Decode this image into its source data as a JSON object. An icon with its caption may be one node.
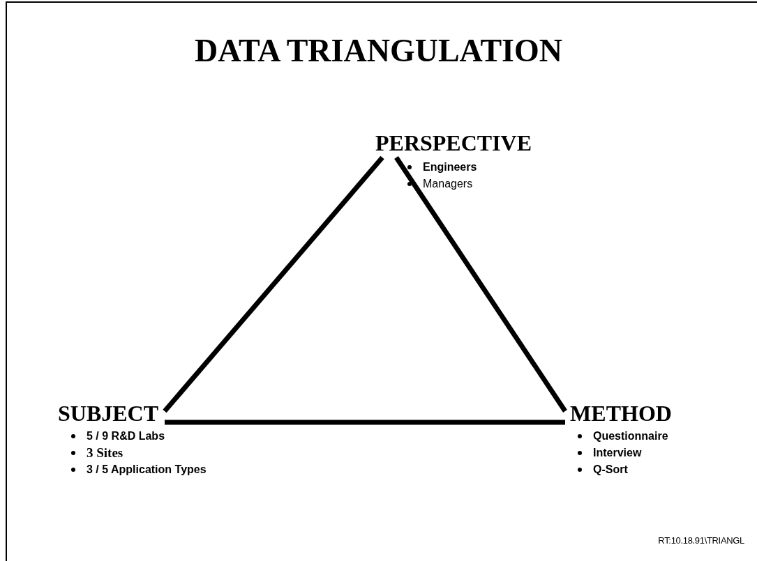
{
  "diagram": {
    "title": "DATA TRIANGULATION",
    "nodes": [
      {
        "text": [
          "PERSPECTIVE"
        ],
        "beside": [
          "Engineers",
          "Managers"
        ]
      },
      {
        "text": [
          "SUBJECT"
        ],
        "beside": [
          "5 / 9 R&D Labs",
          "3 Sites",
          "3 / 5 Application Types"
        ]
      },
      {
        "text": [
          "METHOD"
        ],
        "beside": [
          "Questionnaire",
          "Interview",
          "Q-Sort"
        ]
      }
    ],
    "edges": [
      {
        "from": 1,
        "to": 0,
        "arrow": "none"
      },
      {
        "from": 0,
        "to": 2,
        "arrow": "none"
      },
      {
        "from": 1,
        "to": 2,
        "arrow": "none"
      }
    ],
    "labels": [
      "RT:10.18.91\\TRIANGL"
    ]
  }
}
